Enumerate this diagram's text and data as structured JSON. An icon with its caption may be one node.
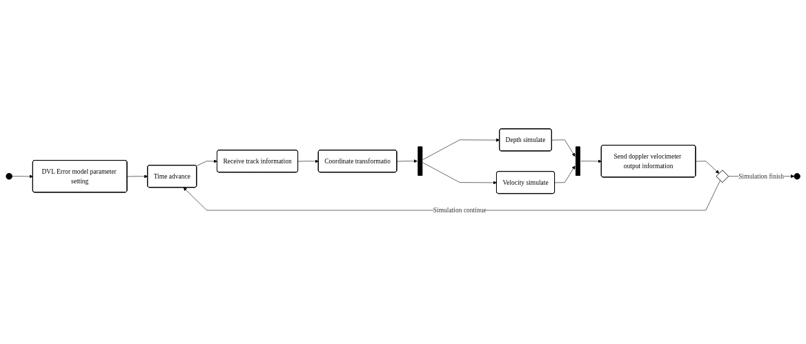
{
  "diagram": {
    "nodes": [
      {
        "text": [],
        "shape": "circle"
      },
      {
        "text": [
          "DVL Error model parameter setting"
        ]
      },
      {
        "text": [
          "Time advance"
        ]
      },
      {
        "text": [
          "Receive track information"
        ]
      },
      {
        "text": [
          "Coordinate transformatio"
        ]
      },
      {
        "text": [],
        "shape": "bar"
      },
      {
        "text": [
          "Depth simulate"
        ]
      },
      {
        "text": [
          "Velocity simulate"
        ]
      },
      {
        "text": [],
        "shape": "bar"
      },
      {
        "text": [
          "Send doppler velocimeter output information"
        ]
      },
      {
        "text": [],
        "shape": "diamond"
      },
      {
        "text": [],
        "shape": "circle"
      }
    ],
    "edges": [
      {
        "from": 0,
        "to": 1,
        "arrow": "to"
      },
      {
        "from": 1,
        "to": 2,
        "arrow": "to"
      },
      {
        "from": 2,
        "to": 3,
        "arrow": "to"
      },
      {
        "from": 3,
        "to": 4,
        "arrow": "to"
      },
      {
        "from": 4,
        "to": 5,
        "arrow": "to"
      },
      {
        "from": 5,
        "to": 6,
        "arrow": "to"
      },
      {
        "from": 5,
        "to": 7,
        "arrow": "to"
      },
      {
        "from": 6,
        "to": 8,
        "arrow": "to"
      },
      {
        "from": 7,
        "to": 8,
        "arrow": "to"
      },
      {
        "from": 8,
        "to": 9,
        "arrow": "to"
      },
      {
        "from": 9,
        "to": 10,
        "arrow": "to"
      },
      {
        "from": 10,
        "to": 11,
        "arrow": "to",
        "label": "Simulation finish"
      },
      {
        "from": 10,
        "to": 2,
        "arrow": "to",
        "label": "Simulation continue"
      }
    ]
  }
}
